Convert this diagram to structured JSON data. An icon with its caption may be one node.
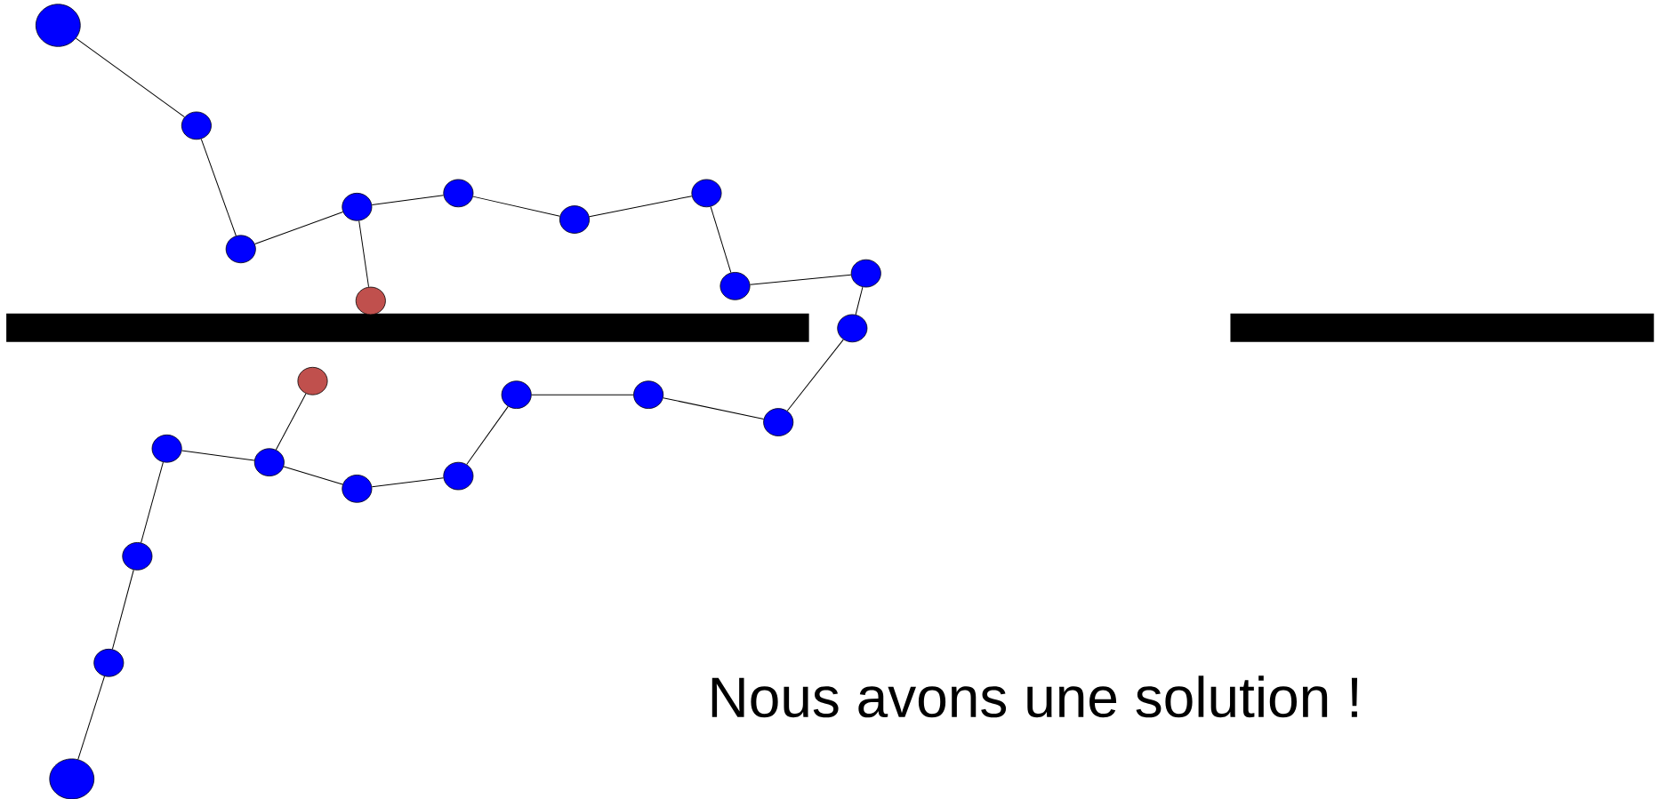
{
  "diagram": {
    "nodes": [
      {
        "text": [],
        "shape": "circle"
      },
      {
        "text": [],
        "shape": "circle"
      },
      {
        "text": [],
        "shape": "circle"
      },
      {
        "text": [],
        "shape": "circle"
      },
      {
        "text": [],
        "shape": "circle"
      },
      {
        "text": [],
        "shape": "circle"
      },
      {
        "text": [],
        "shape": "circle"
      },
      {
        "text": [],
        "shape": "circle"
      },
      {
        "text": [],
        "shape": "circle"
      },
      {
        "text": [],
        "shape": "circle"
      },
      {
        "text": [],
        "shape": "circle"
      },
      {
        "text": [],
        "shape": "circle"
      },
      {
        "text": [],
        "shape": "circle"
      },
      {
        "text": [],
        "shape": "circle"
      },
      {
        "text": [],
        "shape": "circle"
      },
      {
        "text": [],
        "shape": "circle"
      },
      {
        "text": [],
        "shape": "circle"
      },
      {
        "text": [],
        "shape": "circle"
      },
      {
        "text": [],
        "shape": "circle"
      },
      {
        "text": [],
        "shape": "circle"
      },
      {
        "text": [],
        "shape": "circle"
      },
      {
        "text": [],
        "shape": "circle"
      }
    ],
    "edges": [
      {
        "from": 0,
        "to": 1,
        "arrow": "none"
      },
      {
        "from": 1,
        "to": 2,
        "arrow": "none"
      },
      {
        "from": 2,
        "to": 3,
        "arrow": "none"
      },
      {
        "from": 3,
        "to": 4,
        "arrow": "none"
      },
      {
        "from": 4,
        "to": 5,
        "arrow": "none"
      },
      {
        "from": 5,
        "to": 6,
        "arrow": "none"
      },
      {
        "from": 6,
        "to": 7,
        "arrow": "none"
      },
      {
        "from": 7,
        "to": 8,
        "arrow": "none"
      },
      {
        "from": 8,
        "to": 9,
        "arrow": "none"
      },
      {
        "from": 9,
        "to": 10,
        "arrow": "none"
      },
      {
        "from": 10,
        "to": 11,
        "arrow": "none"
      },
      {
        "from": 11,
        "to": 12,
        "arrow": "none"
      },
      {
        "from": 12,
        "to": 13,
        "arrow": "none"
      },
      {
        "from": 13,
        "to": 14,
        "arrow": "none"
      },
      {
        "from": 14,
        "to": 15,
        "arrow": "none"
      },
      {
        "from": 15,
        "to": 16,
        "arrow": "none"
      },
      {
        "from": 16,
        "to": 17,
        "arrow": "none"
      },
      {
        "from": 17,
        "to": 18,
        "arrow": "none"
      },
      {
        "from": 18,
        "to": 19,
        "arrow": "none"
      },
      {
        "from": 3,
        "to": 20,
        "arrow": "none"
      },
      {
        "from": 15,
        "to": 21,
        "arrow": "none"
      }
    ],
    "labels": [
      "Nous avons une solution !"
    ]
  }
}
